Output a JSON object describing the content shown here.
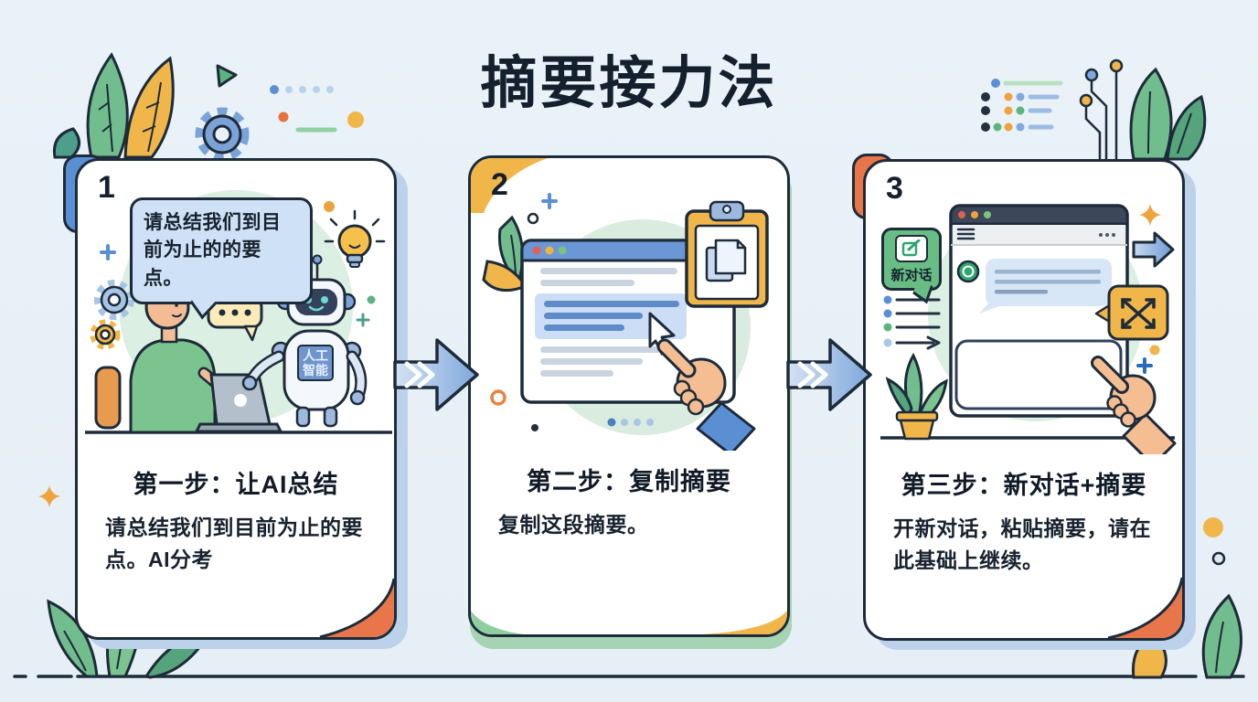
{
  "title": "摘要接力法",
  "cards": [
    {
      "number": "1",
      "step_title": "第一步：让AI总结",
      "description": "请总结我们到目前为止的要点。AI分考",
      "speech_bubble": "请总结我们到目前为止的的要点。",
      "robot_chest_label": "人工智能"
    },
    {
      "number": "2",
      "step_title": "第二步：复制摘要",
      "description": "复制这段摘要。"
    },
    {
      "number": "3",
      "step_title": "第三步：新对话+摘要",
      "description": "开新对话，粘贴摘要，请在此基础上继续。",
      "new_chat_badge": "新对话"
    }
  ],
  "colors": {
    "background": "#e9f1f7",
    "ink": "#1d2b3a",
    "accent_blue": "#5b8fd4",
    "accent_yellow": "#f0b64a",
    "accent_orange": "#e8764a",
    "accent_green": "#67bd84",
    "bubble_blue": "#cfe1f6",
    "blob_green": "#dcefe3"
  }
}
